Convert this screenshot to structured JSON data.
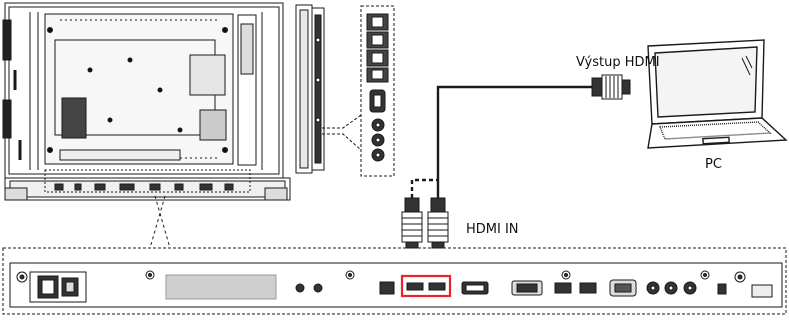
{
  "labels": {
    "hdmi_out": "Výstup HDMI",
    "pc": "PC",
    "hdmi_in": "HDMI IN"
  },
  "colors": {
    "line": "#1a1a1a",
    "highlight": "#e8232a",
    "panel_fill": "#f4f4f4",
    "white": "#ffffff"
  }
}
